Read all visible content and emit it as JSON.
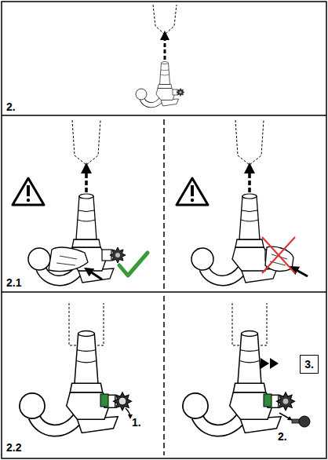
{
  "diagram": {
    "nodes": [
      {
        "text": [
          "3."
        ]
      }
    ],
    "labels": [
      "2.",
      "2.1",
      "2.2",
      "1.",
      "2."
    ]
  }
}
